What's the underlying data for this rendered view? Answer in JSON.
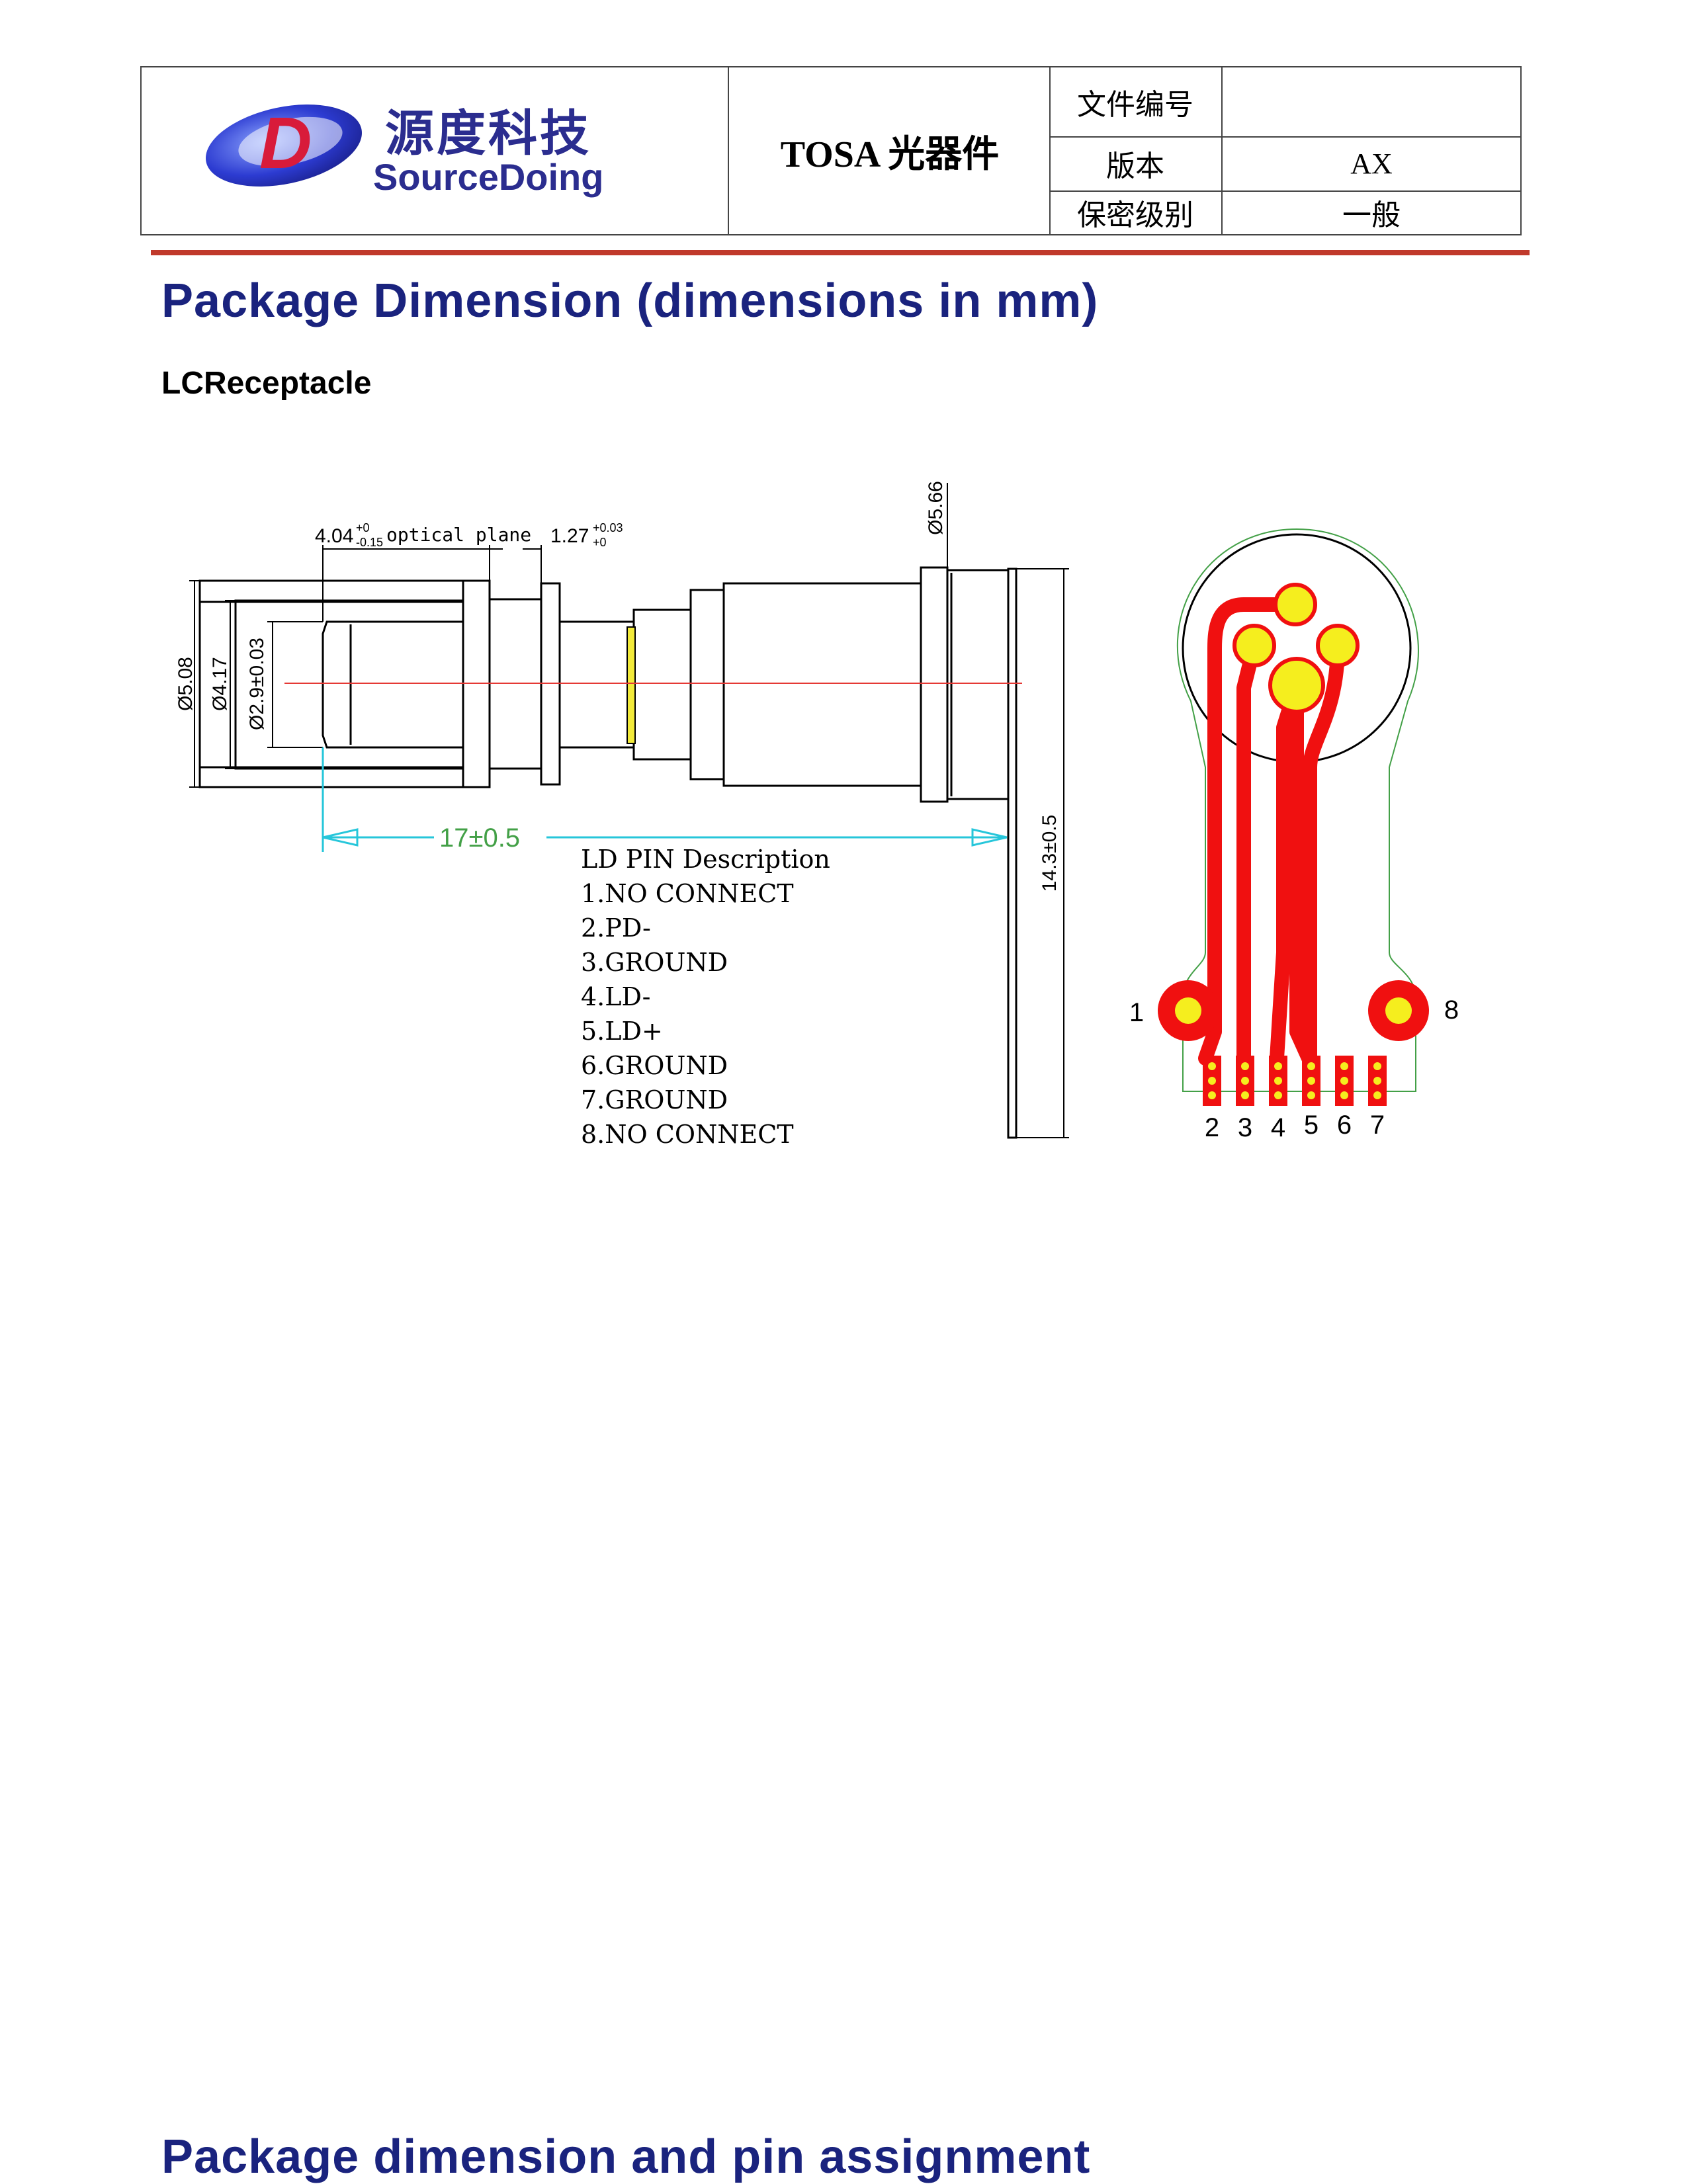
{
  "header": {
    "logo": {
      "mark_text": "D",
      "name_cn": "源度科技",
      "name_en": "SourceDoing"
    },
    "doc_title": "TOSA 光器件",
    "meta": [
      {
        "label": "文件编号",
        "value": ""
      },
      {
        "label": "版本",
        "value": "AX"
      },
      {
        "label": "保密级别",
        "value": "一般"
      }
    ]
  },
  "section1": {
    "title": "Package Dimension (dimensions in mm)",
    "subtitle": "LCReceptacle"
  },
  "drawing": {
    "dims": {
      "d508": "Ø5.08",
      "d417": "Ø4.17",
      "d29": "Ø2.9±0.03",
      "d566": "Ø5.66",
      "len404": "4.04",
      "len404_tol_plus": "+0",
      "len404_tol_minus": "-0.15",
      "optical_plane": "optical plane",
      "len127": "1.27",
      "len127_tol_plus": "+0.03",
      "len127_tol_minus": "+0",
      "len17": "17±0.5",
      "len143": "14.3±0.5"
    },
    "pin_description": {
      "title": "LD PIN Description",
      "items": [
        "1.NO CONNECT",
        "2.PD-",
        "3.GROUND",
        "4.LD-",
        "5.LD+",
        "6.GROUND",
        "7.GROUND",
        "8.NO CONNECT"
      ]
    },
    "flex_pins": {
      "left": "1",
      "right": "8",
      "bottom": [
        "2",
        "3",
        "4",
        "5",
        "6",
        "7"
      ]
    },
    "colors": {
      "outline": "#000000",
      "axis": "#e53935",
      "dim_cyan": "#26c6da",
      "dim_green": "#43a047",
      "trace_red": "#f01010",
      "pad_yellow": "#f5ee1e",
      "lens": "#f2ea3a"
    }
  },
  "section2": {
    "title": "Package dimension and pin assignment"
  }
}
